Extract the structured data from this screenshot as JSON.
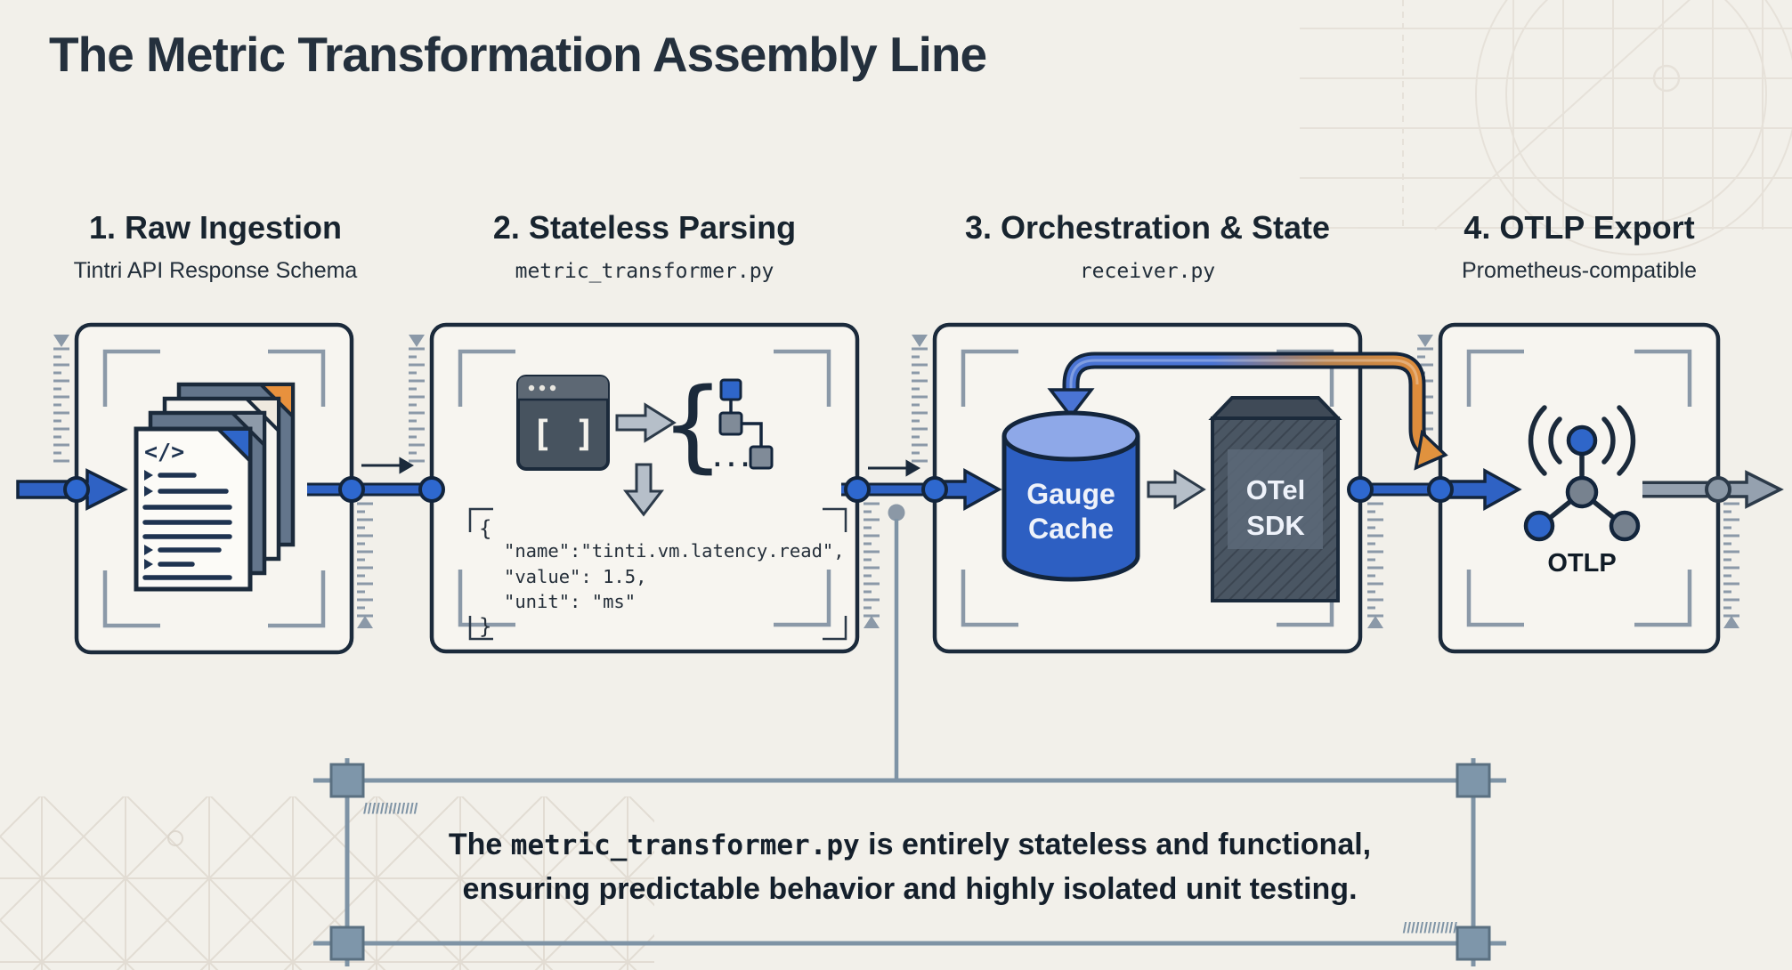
{
  "title": "The Metric Transformation Assembly Line",
  "stages": [
    {
      "label": "1. Raw Ingestion",
      "subtitle": "Tintri API Response Schema"
    },
    {
      "label": "2. Stateless Parsing",
      "subtitle": "metric_transformer.py"
    },
    {
      "label": "3. Orchestration & State",
      "subtitle": "receiver.py"
    },
    {
      "label": "4. OTLP Export",
      "subtitle": "Prometheus-compatible"
    }
  ],
  "box1": {
    "doc_code_glyph": "</>"
  },
  "box2": {
    "window_glyph": "[ ]",
    "brace_glyph": "{",
    "ellipsis": "...",
    "json": {
      "open": "{",
      "line1": "\"name\":\"tinti.vm.latency.read\",",
      "line2": "\"value\": 1.5,",
      "line3": "\"unit\": \"ms\"",
      "close": "}"
    }
  },
  "box3": {
    "cache_line1": "Gauge",
    "cache_line2": "Cache",
    "sdk_line1": "OTel",
    "sdk_line2": "SDK"
  },
  "box4": {
    "protocol_label": "OTLP"
  },
  "note": {
    "hatch_top": "/////////////",
    "hatch_bottom": "/////////////",
    "line1_before": "The ",
    "line1_code": "metric_transformer.py",
    "line1_after": " is entirely stateless and functional,",
    "line2": "ensuring predictable behavior and highly isolated unit testing."
  },
  "colors": {
    "background": "#f2f0ea",
    "box_border": "#1b2a3b",
    "accent_blue": "#2f62c4",
    "accent_orange": "#e0923e",
    "cylinder_blue": "#2d5fc2",
    "slab_slate": "#4a5663",
    "frame_gray": "#7e93a5",
    "bracket_gray": "#8b99a8",
    "ink": "#18242f"
  }
}
